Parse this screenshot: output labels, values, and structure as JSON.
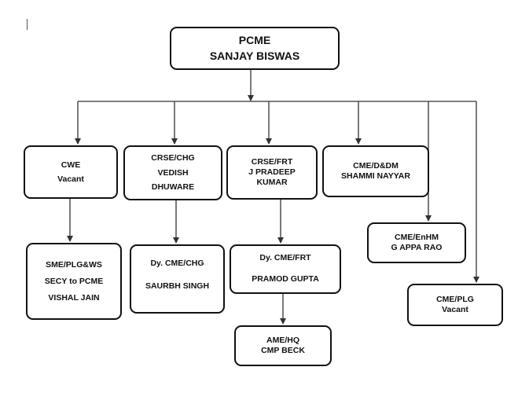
{
  "root": {
    "title": "PCME",
    "name": "SANJAY BISWAS"
  },
  "nodes": {
    "cwe": {
      "line1": "CWE",
      "line2": "Vacant"
    },
    "crse_chg": {
      "line1": "CRSE/CHG",
      "line2": "VEDISH",
      "line3": "DHUWARE"
    },
    "crse_frt": {
      "line1": "CRSE/FRT",
      "line2": "J PRADEEP",
      "line3": "KUMAR"
    },
    "cme_ddm": {
      "line1": "CME/D&DM",
      "line2": "SHAMMI NAYYAR"
    },
    "cme_enhm": {
      "line1": "CME/EnHM",
      "line2": "G APPA RAO"
    },
    "cme_plg": {
      "line1": "CME/PLG",
      "line2": "Vacant"
    },
    "sme_plg": {
      "line1": "SME/PLG&WS",
      "line2": "SECY to PCME",
      "line3": "VISHAL JAIN"
    },
    "dy_cme_chg": {
      "line1": "Dy. CME/CHG",
      "line2": "SAURBH SINGH"
    },
    "dy_cme_frt": {
      "line1": "Dy. CME/FRT",
      "line2": "PRAMOD GUPTA"
    },
    "ame_hq": {
      "line1": "AME/HQ",
      "line2": "CMP BECK"
    }
  },
  "style": {
    "line_color": "#333333",
    "border_color": "#111111"
  }
}
